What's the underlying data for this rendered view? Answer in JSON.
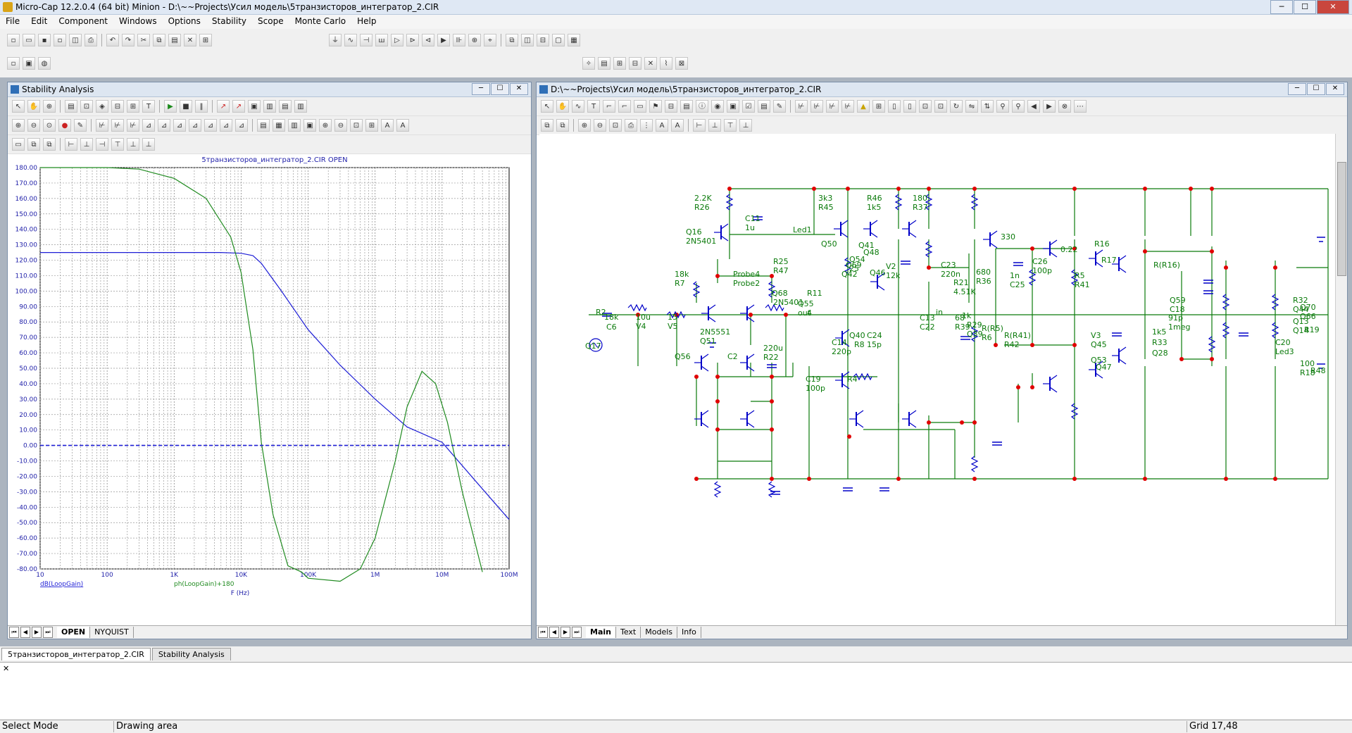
{
  "app": {
    "title": "Micro-Cap 12.2.0.4 (64 bit) Minion - D:\\~~Projects\\Усил модель\\5транзисторов_интегратор_2.CIR"
  },
  "menu": [
    "File",
    "Edit",
    "Component",
    "Windows",
    "Options",
    "Stability",
    "Scope",
    "Monte Carlo",
    "Help"
  ],
  "toolbar_icons": [
    "new",
    "open",
    "save",
    "save-as",
    "print-preview",
    "print",
    "undo",
    "redo",
    "cut",
    "copy",
    "paste",
    "delete",
    "select-all"
  ],
  "component_icons": [
    "ground",
    "resistor",
    "capacitor",
    "inductor",
    "diode",
    "npn",
    "pnp",
    "opamp",
    "battery",
    "source",
    "probe"
  ],
  "stability_window": {
    "title": "Stability Analysis",
    "plot_title": "5транзисторов_интегратор_2.CIR OPEN",
    "legend_gain": "dB(LoopGain)",
    "legend_phase": "ph(LoopGain)+180",
    "xlabel": "F (Hz)",
    "tabs": [
      "OPEN",
      "NYQUIST"
    ]
  },
  "chart_data": {
    "type": "line",
    "title": "5транзисторов_интегратор_2.CIR OPEN",
    "xlabel": "F (Hz)",
    "x_scale": "log",
    "xlim": [
      10,
      100000000
    ],
    "ylim": [
      -80,
      180
    ],
    "x_ticks": [
      "10",
      "100",
      "1K",
      "10K",
      "100K",
      "1M",
      "10M",
      "100M"
    ],
    "y_ticks": [
      "180.00",
      "170.00",
      "160.00",
      "150.00",
      "140.00",
      "130.00",
      "120.00",
      "110.00",
      "100.00",
      "90.00",
      "80.00",
      "70.00",
      "60.00",
      "50.00",
      "40.00",
      "30.00",
      "20.00",
      "10.00",
      "0.00",
      "-10.00",
      "-20.00",
      "-30.00",
      "-40.00",
      "-50.00",
      "-60.00",
      "-70.00",
      "-80.00"
    ],
    "grid": true,
    "series": [
      {
        "name": "dB(LoopGain)",
        "color": "#1f1fd6",
        "x": [
          10,
          100,
          1000,
          5000,
          10000,
          15000,
          20000,
          40000,
          100000,
          300000,
          1000000,
          3000000,
          10000000,
          30000000,
          100000000
        ],
        "values": [
          125,
          125,
          125,
          125,
          124.5,
          123,
          118,
          100,
          75,
          52,
          30,
          12,
          2,
          -22,
          -48
        ]
      },
      {
        "name": "ph(LoopGain)+180",
        "color": "#1f8a1f",
        "x": [
          10,
          100,
          300,
          1000,
          3000,
          7000,
          10000,
          15000,
          20000,
          30000,
          50000,
          80000,
          100000,
          300000,
          600000,
          1000000,
          2000000,
          3000000,
          5000000,
          8000000,
          12000000,
          20000000,
          40000000
        ],
        "values": [
          180,
          180,
          179,
          173,
          160,
          135,
          112,
          62,
          2,
          -45,
          -78,
          -82,
          -86,
          -88,
          -80,
          -60,
          -10,
          25,
          48,
          40,
          15,
          -30,
          -82
        ]
      },
      {
        "name": "",
        "color": "#1f1fd6",
        "dashed": true,
        "x": [
          10,
          100000000
        ],
        "values": [
          0,
          0
        ]
      }
    ]
  },
  "schematic_window": {
    "title": "D:\\~~Projects\\Усил модель\\5транзисторов_интегратор_2.CIR",
    "tabs": [
      "Main",
      "Text",
      "Models",
      "Info"
    ]
  },
  "schematic_labels": [
    "2.2K",
    "R26",
    "C11",
    "1u",
    "Led1",
    "3k3",
    "R45",
    "R46",
    "1k5",
    "180",
    "R37",
    "Q16",
    "2N5401",
    "Q50",
    "Q69",
    "Q42",
    "Q41",
    "Q48",
    "Q46",
    "Q54",
    "25",
    "V2",
    "12k",
    "R25",
    "R47",
    "330",
    "C26",
    "100p",
    "C23",
    "220n",
    "R21",
    "4.51K",
    "680",
    "R36",
    "1n",
    "C25",
    "0.22",
    "R5",
    "R41",
    "R16",
    "R17",
    "R(R16)",
    "18k",
    "R7",
    "Probe4",
    "Probe2",
    "Q68",
    "2N5401",
    "Q55",
    "out",
    "R11",
    "4",
    "in",
    "1k",
    "R29",
    "Q39",
    "Q40",
    "R8",
    "C24",
    "15p",
    "C14",
    "220p",
    "R2",
    "18k",
    "C6",
    "10u",
    "V4",
    "15",
    "V5",
    "Q17",
    "2N5551",
    "Q51",
    "Q56",
    "C2",
    "220u",
    "R22",
    "C13",
    "C22",
    "68",
    "R39",
    "R(R5)",
    "R6",
    "R(R41)",
    "R42",
    "V3",
    "Q45",
    "Q53",
    "Q47",
    "1k5",
    "R33",
    "Q28",
    "Q59",
    "C18",
    "91p",
    "1meg",
    "R32",
    "Q44",
    "Q13",
    "Q14",
    "Q70",
    "Q66",
    "R19",
    "100",
    "R18",
    "C20",
    "Led3",
    "R48",
    "C19",
    "100p",
    "R4"
  ],
  "doc_tabs": [
    "5транзисторов_интегратор_2.CIR",
    "Stability Analysis"
  ],
  "status": {
    "mode": "Select Mode",
    "hint": "Drawing area",
    "grid": "Grid 17,48"
  }
}
